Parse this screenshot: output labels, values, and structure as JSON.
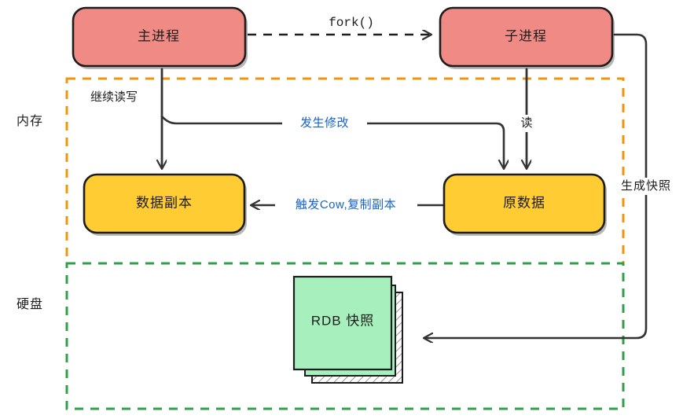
{
  "diagram": {
    "title": "Redis RDB fork COW snapshot diagram",
    "colors": {
      "process_box_fill": "#F08A84",
      "process_box_stroke": "#1d1d1d",
      "data_box_fill": "#FFCC33",
      "data_box_stroke": "#1d1d1d",
      "snapshot_fill": "#A8EFBE",
      "snapshot_stroke": "#1d1d1d",
      "memory_zone_stroke": "#F2940B",
      "disk_zone_stroke": "#2EA04A",
      "edge_stroke": "#333333",
      "blue_label": "#1763C8",
      "text": "#1d1d1d"
    },
    "zones": [
      {
        "id": "memory",
        "label": "内存",
        "stroke": "#F2940B",
        "style": "dashed"
      },
      {
        "id": "disk",
        "label": "硬盘",
        "stroke": "#2EA04A",
        "style": "dashed"
      }
    ],
    "nodes": [
      {
        "id": "parent-process",
        "label": "主进程",
        "type": "process"
      },
      {
        "id": "child-process",
        "label": "子进程",
        "type": "process"
      },
      {
        "id": "data-copy",
        "label": "数据副本",
        "type": "data"
      },
      {
        "id": "original-data",
        "label": "原数据",
        "type": "data"
      },
      {
        "id": "rdb-snapshot",
        "label": "RDB 快照",
        "type": "snapshot"
      }
    ],
    "edges": [
      {
        "id": "fork",
        "label": "fork()",
        "from": "parent-process",
        "to": "child-process",
        "style": "dashed",
        "color": "#1d1d1d"
      },
      {
        "id": "continue-rw",
        "label": "继续读写",
        "from": "parent-process",
        "to": "data-copy",
        "style": "solid",
        "color": "#1d1d1d"
      },
      {
        "id": "modify",
        "label": "发生修改",
        "from": "parent-process",
        "to": "original-data",
        "style": "solid",
        "color": "#1763C8"
      },
      {
        "id": "read",
        "label": "读",
        "from": "child-process",
        "to": "original-data",
        "style": "solid",
        "color": "#1d1d1d"
      },
      {
        "id": "trigger-cow",
        "label": "触发Cow,复制副本",
        "from": "original-data",
        "to": "data-copy",
        "style": "solid",
        "color": "#1763C8"
      },
      {
        "id": "make-snapshot",
        "label": "生成快照",
        "from": "child-process",
        "to": "rdb-snapshot",
        "style": "solid",
        "color": "#1d1d1d"
      }
    ]
  }
}
